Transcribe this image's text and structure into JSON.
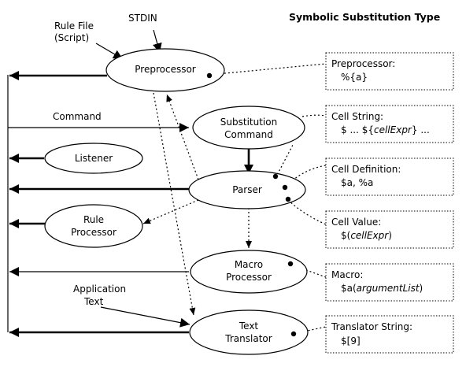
{
  "title": "Symbolic Substitution Type",
  "inputs": {
    "stdin": "STDIN",
    "rule_file_line1": "Rule File",
    "rule_file_line2": "(Script)",
    "command": "Command",
    "app_text_line1": "Application",
    "app_text_line2": "Text"
  },
  "nodes": {
    "preprocessor": "Preprocessor",
    "subst_line1": "Substitution",
    "subst_line2": "Command",
    "listener": "Listener",
    "parser": "Parser",
    "rule_line1": "Rule",
    "rule_line2": "Processor",
    "macro_line1": "Macro",
    "macro_line2": "Processor",
    "text_line1": "Text",
    "text_line2": "Translator"
  },
  "boxes": {
    "preprocessor": {
      "title": "Preprocessor:",
      "value": "%{a}"
    },
    "cell_string": {
      "title": "Cell String:",
      "prefix": "$ ... ${",
      "italic": "cellExpr",
      "suffix": "} ..."
    },
    "cell_definition": {
      "title": "Cell Definition:",
      "value": "$a, %a"
    },
    "cell_value": {
      "title": "Cell Value:",
      "prefix": "$(",
      "italic": "cellExpr",
      "suffix": ")"
    },
    "macro": {
      "title": "Macro:",
      "prefix": "$a(",
      "italic": "argumentList",
      "suffix": ")"
    },
    "translator_string": {
      "title": "Translator String:",
      "value": "$[9]"
    }
  }
}
